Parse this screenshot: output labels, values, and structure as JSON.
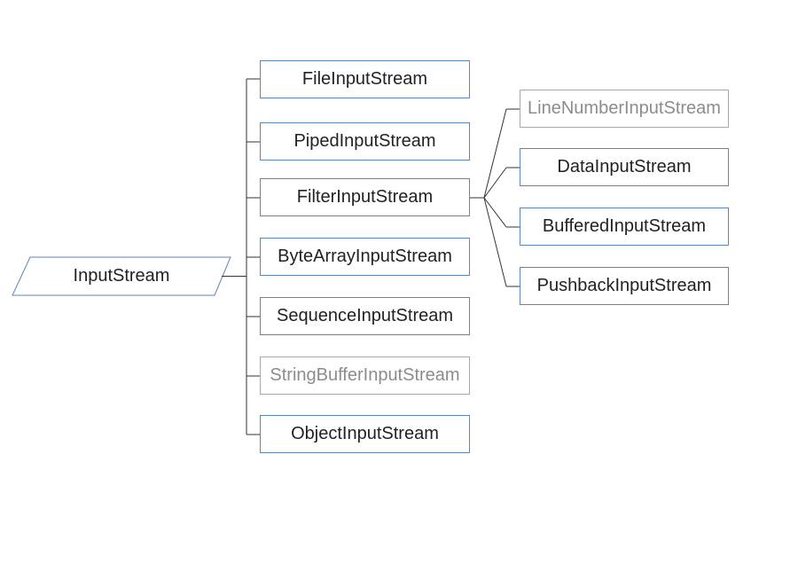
{
  "root": {
    "label": "InputStream"
  },
  "children": [
    {
      "id": "file",
      "label": "FileInputStream",
      "deprecated": false
    },
    {
      "id": "piped",
      "label": "PipedInputStream",
      "deprecated": false
    },
    {
      "id": "filter",
      "label": "FilterInputStream",
      "deprecated": false
    },
    {
      "id": "bytearray",
      "label": "ByteArrayInputStream",
      "deprecated": false
    },
    {
      "id": "sequence",
      "label": "SequenceInputStream",
      "deprecated": false
    },
    {
      "id": "stringbuffer",
      "label": "StringBufferInputStream",
      "deprecated": true
    },
    {
      "id": "object",
      "label": "ObjectInputStream",
      "deprecated": false
    }
  ],
  "filter_children": [
    {
      "id": "linenumber",
      "label": "LineNumberInputStream",
      "deprecated": true
    },
    {
      "id": "data",
      "label": "DataInputStream",
      "deprecated": false
    },
    {
      "id": "buffered",
      "label": "BufferedInputStream",
      "deprecated": false
    },
    {
      "id": "pushback",
      "label": "PushbackInputStream",
      "deprecated": false
    }
  ],
  "colors": {
    "node_border": "#5b86b8",
    "deprecated_border": "#a8a8a8",
    "deprecated_text": "#8c8c8c",
    "line": "#333333"
  }
}
